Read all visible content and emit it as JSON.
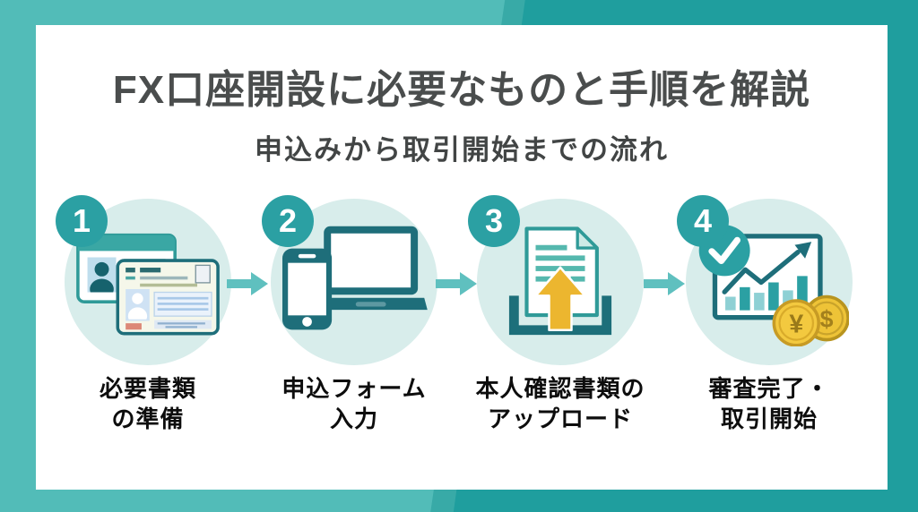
{
  "header": {
    "title": "FX口座開設に必要なものと手順を解説",
    "subtitle": "申込みから取引開始までの流れ"
  },
  "steps": [
    {
      "number": "1",
      "label_line1": "必要書類",
      "label_line2": "の準備",
      "icon": "id-documents-icon"
    },
    {
      "number": "2",
      "label_line1": "申込フォーム",
      "label_line2": "入力",
      "icon": "smartphone-laptop-icon"
    },
    {
      "number": "3",
      "label_line1": "本人確認書類の",
      "label_line2": "アップロード",
      "icon": "document-upload-icon"
    },
    {
      "number": "4",
      "label_line1": "審査完了・",
      "label_line2": "取引開始",
      "icon": "approval-chart-icon"
    }
  ],
  "coins": {
    "yen_symbol": "¥",
    "dollar_symbol": "$"
  },
  "colors": {
    "background_light_teal": "#52bcb8",
    "background_mid_teal": "#38aaa7",
    "background_dark_teal": "#1f9e9e",
    "card_white": "#ffffff",
    "title_gray": "#4a4d4d",
    "accent_teal": "#2ba0a3",
    "mint_circle": "#d8edeb",
    "arrow_teal": "#5fc0bf",
    "device_dark_teal": "#1e6e7a",
    "document_line_teal": "#55b8ae",
    "upload_arrow_yellow": "#ecb62f",
    "coin_gold": "#f3c93f",
    "label_black": "#0d0d0d"
  }
}
